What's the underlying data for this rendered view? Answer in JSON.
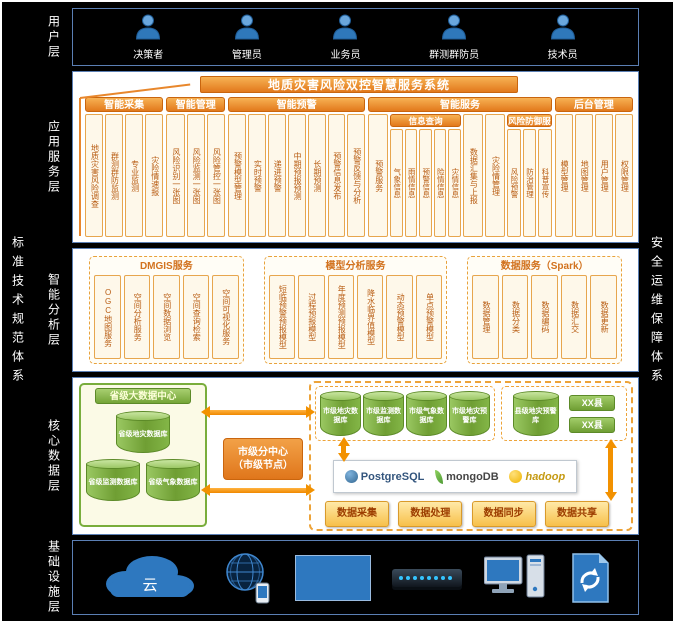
{
  "rails": {
    "left": "标准技术规范体系",
    "right": "安全运维保障体系"
  },
  "colors": {
    "orange": "#e8872c",
    "cream": "#fef8ea",
    "green": "#79ad3c",
    "blue": "#2e78bf"
  },
  "layers": {
    "user": {
      "label": "用户层",
      "users": [
        "决策者",
        "管理员",
        "业务员",
        "群测群防员",
        "技术员"
      ]
    },
    "app": {
      "label": "应用服务层",
      "title": "地质灾害风险双控智慧服务系统",
      "groups": [
        {
          "name": "智能采集",
          "items": [
            "地质灾害风险调查",
            "群测群防监测",
            "专业监测",
            "灾险情速报"
          ]
        },
        {
          "name": "智能管理",
          "items": [
            "风险识别一张图",
            "风险监测一张图",
            "风险管控一张图"
          ]
        },
        {
          "name": "智能预警",
          "items": [
            "预警模型管理",
            "实时预警",
            "递进预警",
            "中期预报预测",
            "长期预测",
            "预警信息发布",
            "预警反馈与分析"
          ]
        },
        {
          "name": "智能服务",
          "children": [
            {
              "type": "item",
              "label": "预警服务"
            },
            {
              "type": "sub",
              "name": "信息查询",
              "items": [
                "气象信息",
                "雨情信息",
                "预警信息",
                "险情信息",
                "灾情信息"
              ]
            },
            {
              "type": "item",
              "label": "数据汇集与上报"
            },
            {
              "type": "item",
              "label": "灾险情管理"
            },
            {
              "type": "sub",
              "name": "风险防御服务",
              "items": [
                "风险预警",
                "防治管理",
                "科普宣传"
              ]
            }
          ]
        },
        {
          "name": "后台管理",
          "items": [
            "模型管理",
            "地图管理",
            "用户管理",
            "权限管理"
          ]
        }
      ]
    },
    "analysis": {
      "label": "智能分析层",
      "groups": [
        {
          "name": "DMGIS服务",
          "items": [
            "OGC地图服务",
            "空间分析服务",
            "空间数据浏览",
            "空间查询检索",
            "空间可视化服务"
          ]
        },
        {
          "name": "模型分析服务",
          "items": [
            "短临预警预报模型",
            "过程预报模型",
            "年度预测预报模型",
            "降水临界值模型",
            "动态预警模型",
            "单点预警模型"
          ]
        },
        {
          "name": "数据服务（Spark）",
          "items": [
            "数据管理",
            "数据分类",
            "数据编码",
            "数据汇交",
            "数据更新"
          ]
        }
      ]
    },
    "data": {
      "label": "核心数据层",
      "province": {
        "title": "省级大数据中心",
        "databases": [
          "省级地灾数据库",
          "省级监测数据库",
          "省级气象数据库"
        ]
      },
      "city_node_line1": "市级分中心",
      "city_node_line2": "（市级节点）",
      "city_databases": [
        "市级地灾数据库",
        "市级监测数据库",
        "市级气象数据库",
        "市级地灾预警库"
      ],
      "county": {
        "database": "县级地灾预警库",
        "nodes": [
          "XX县",
          "XX县"
        ]
      },
      "platforms": [
        "PostgreSQL",
        "mongoDB",
        "hadoop"
      ],
      "actions": [
        "数据采集",
        "数据处理",
        "数据同步",
        "数据共享"
      ]
    },
    "infra": {
      "label": "基础设施层",
      "cloud_label": "云",
      "icons": [
        "cloud-icon",
        "globe-icon",
        "firewall-icon",
        "switch-icon",
        "workstation-icon",
        "secure-transfer-icon"
      ]
    }
  }
}
